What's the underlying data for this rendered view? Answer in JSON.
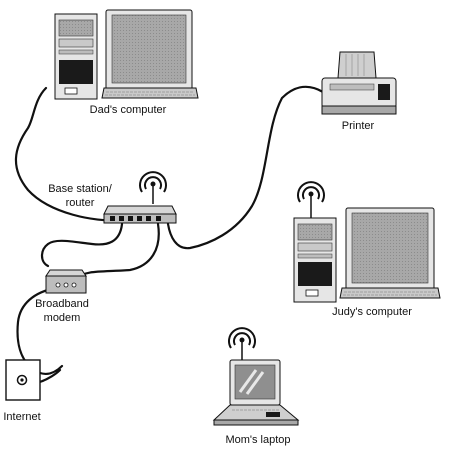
{
  "nodes": {
    "dads_computer": {
      "label": "Dad's computer"
    },
    "printer": {
      "label": "Printer"
    },
    "base_station": {
      "label_line1": "Base station/",
      "label_line2": "router"
    },
    "broadband_modem": {
      "label_line1": "Broadband",
      "label_line2": "modem"
    },
    "judys_computer": {
      "label": "Judy's computer"
    },
    "internet": {
      "label": "Internet"
    },
    "moms_laptop": {
      "label": "Mom's laptop"
    }
  },
  "colors": {
    "line": "#111111",
    "device_light": "#e6e6e6",
    "device_mid": "#a8a8a8",
    "screen": "#9a9a9a",
    "dark": "#1a1a1a"
  }
}
